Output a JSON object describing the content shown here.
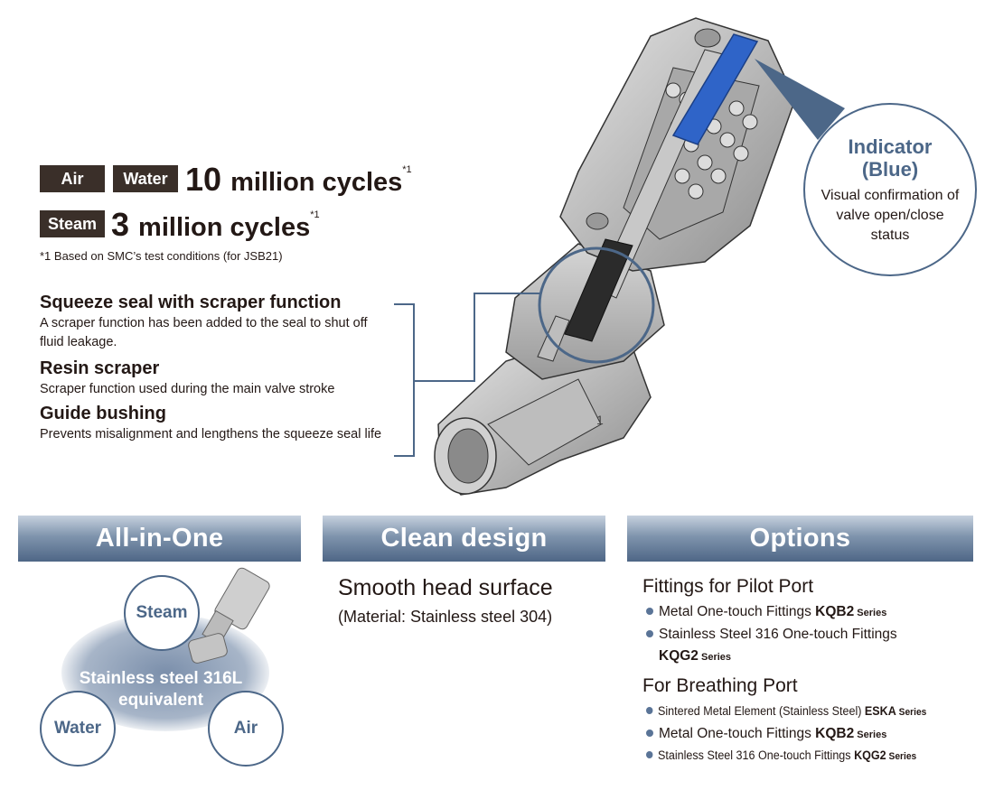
{
  "cycles": {
    "tag_air": "Air",
    "tag_water": "Water",
    "tag_steam": "Steam",
    "line1_num": "10",
    "line1_unit": "million cycles",
    "line2_num": "3",
    "line2_unit": "million cycles",
    "note_mark": "*1",
    "footnote": "*1  Based on SMC’s test conditions (for JSB21)"
  },
  "features": [
    {
      "title": "Squeeze seal with scraper function",
      "desc": "A scraper function has been added to the seal to shut off fluid leakage."
    },
    {
      "title": "Resin scraper",
      "desc": "Scraper function used during the main valve stroke"
    },
    {
      "title": "Guide bushing",
      "desc": "Prevents misalignment and lengthens the squeeze seal life"
    }
  ],
  "indicator": {
    "title": "Indicator (Blue)",
    "desc": "Visual confirmation of valve open/close status"
  },
  "valve_marking": "1",
  "sections": {
    "all_in_one": {
      "header": "All-in-One",
      "steam": "Steam",
      "water": "Water",
      "air": "Air",
      "center": "Stainless steel 316L equivalent"
    },
    "clean_design": {
      "header": "Clean design",
      "line1": "Smooth head surface",
      "line2": "(Material: Stainless steel 304)"
    },
    "options": {
      "header": "Options",
      "pilot_heading": "Fittings for Pilot Port",
      "pilot_items": [
        {
          "text": "Metal One-touch Fittings ",
          "code": "KQB2",
          "suffix": " Series"
        },
        {
          "text": "Stainless Steel 316 One-touch Fittings",
          "code": "KQG2",
          "suffix": " Series"
        }
      ],
      "breathing_heading": "For Breathing Port",
      "breathing_items": [
        {
          "text": "Sintered Metal Element (Stainless Steel) ",
          "code": "ESKA",
          "suffix": " Series"
        },
        {
          "text": "Metal One-touch Fittings ",
          "code": "KQB2",
          "suffix": " Series"
        },
        {
          "text": "Stainless Steel 316 One-touch Fittings ",
          "code": "KQG2",
          "suffix": " Series"
        }
      ]
    }
  },
  "colors": {
    "accent_blue": "#4c6788",
    "dark_tag": "#3a2f29",
    "indicator_blue": "#2f64c8"
  }
}
